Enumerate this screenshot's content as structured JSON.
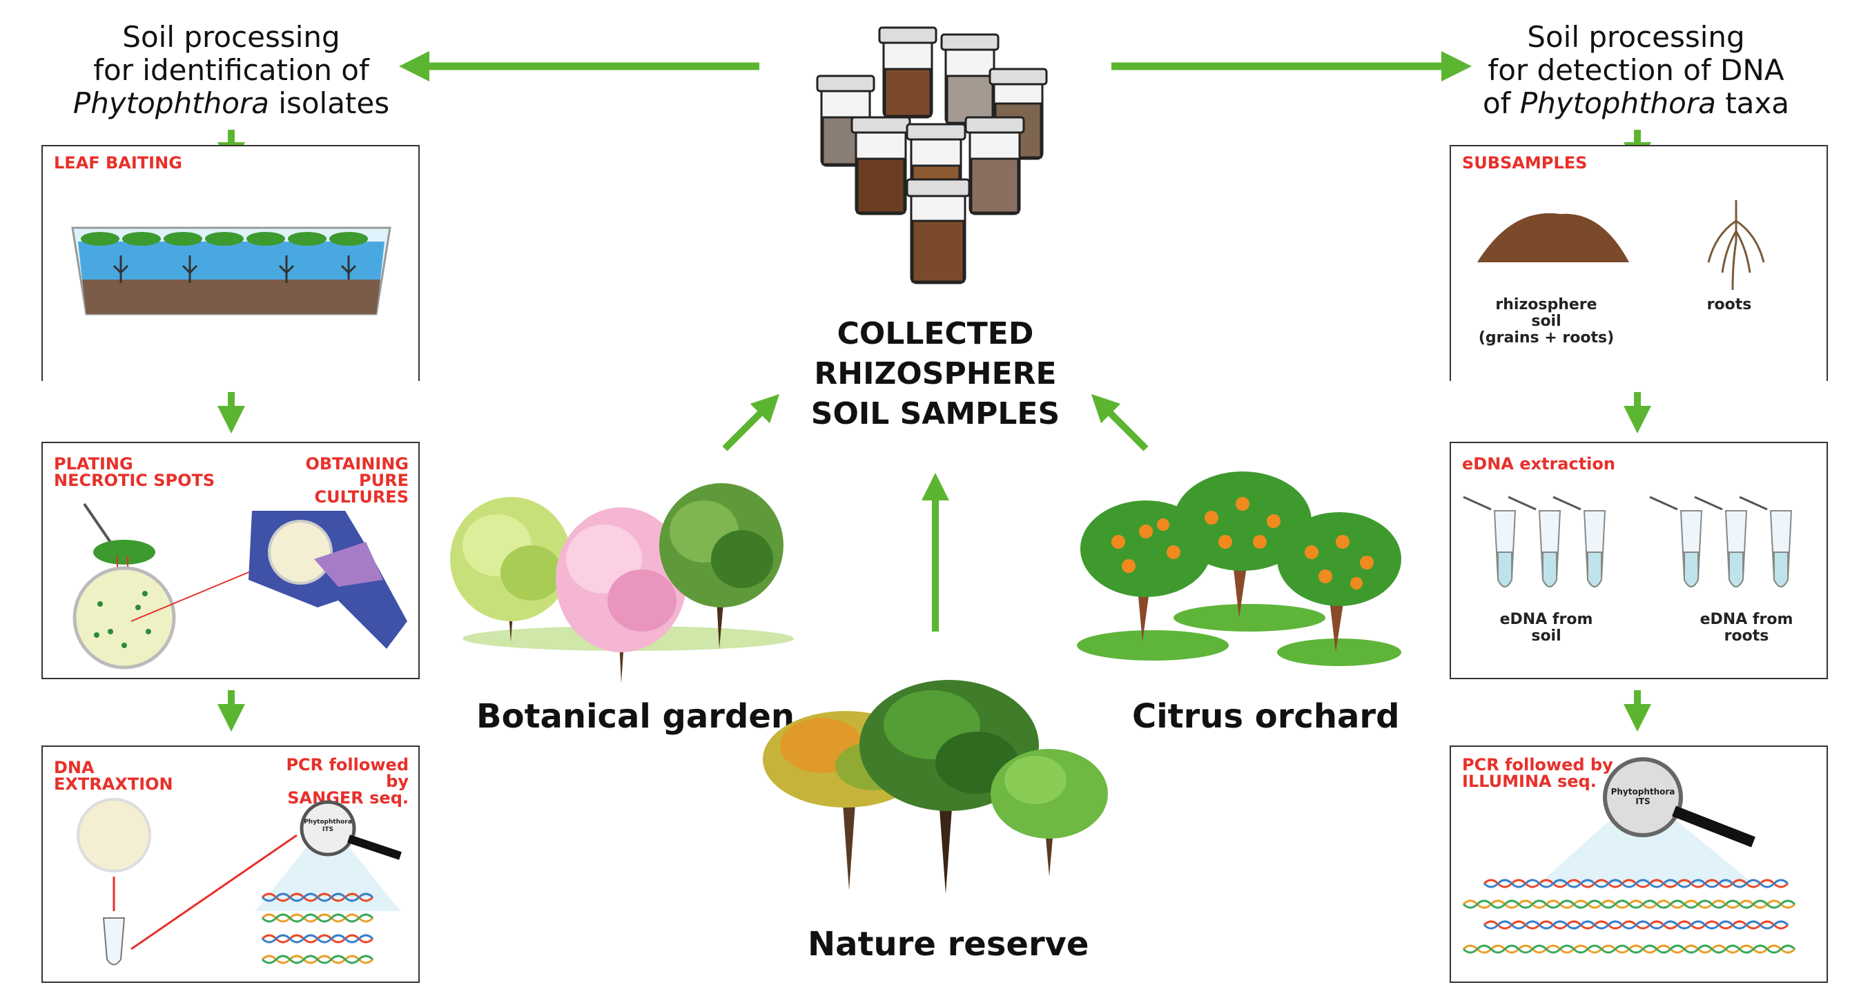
{
  "left_header": {
    "line1": "Soil processing",
    "line2": "for identification of",
    "line3_italic": "Phytophthora",
    "line3_rest": " isolates"
  },
  "right_header": {
    "line1": "Soil processing",
    "line2": "for detection of  DNA",
    "line3_pre": "of ",
    "line3_italic": "Phytophthora",
    "line3_rest": " taxa"
  },
  "center": {
    "title_line1": "COLLECTED",
    "title_line2": "RHIZOSPHERE",
    "title_line3": "SOIL SAMPLES"
  },
  "sites": {
    "botanical": "Botanical garden",
    "citrus": "Citrus orchard",
    "nature": "Nature reserve"
  },
  "left_panels": {
    "leaf_baiting": "LEAF BAITING",
    "plating": "PLATING\nNECROTIC SPOTS",
    "pure": "OBTAINING\nPURE CULTURES",
    "dna": "DNA\nEXTRAXTION",
    "pcr": "PCR followed by\nSANGER seq."
  },
  "right_panels": {
    "subsamples": "SUBSAMPLES",
    "rhizo_soil": "rhizosphere\nsoil\n(grains + roots)",
    "roots": "roots",
    "edna": "eDNA extraction",
    "edna_soil": "eDNA from\nsoil",
    "edna_roots": "eDNA from\nroots",
    "pcr": "PCR followed by\nILLUMINA seq."
  },
  "magnifier_text": {
    "sanger": "Phytophthora\nITS",
    "illumina": "Phytophthora\nITS"
  },
  "colors": {
    "arrow": "#5cb531",
    "label_red": "#e8302a",
    "soil_brown": "#7a4a2a",
    "water_blue": "#4aa8e0"
  }
}
